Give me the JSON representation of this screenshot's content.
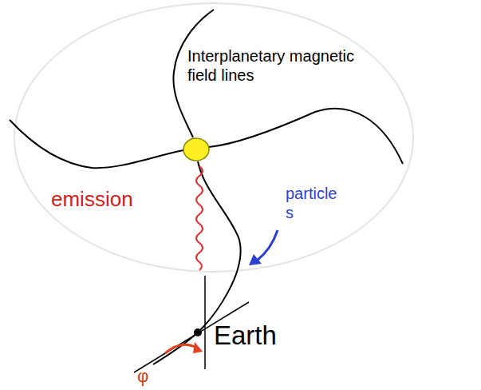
{
  "diagram": {
    "labels": [
      "Interplanetary magnetic field lines",
      "emission",
      "particle s",
      "Earth",
      "φ"
    ]
  }
}
